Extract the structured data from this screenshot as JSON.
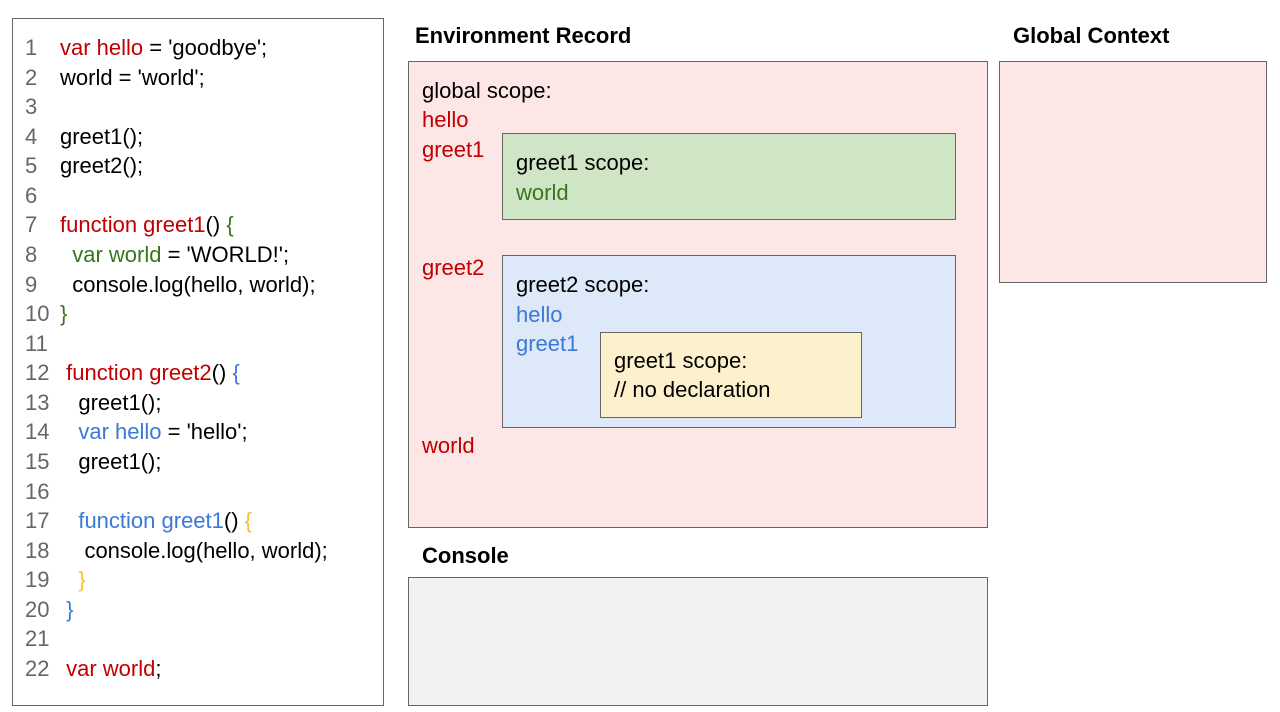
{
  "colors": {
    "red": "#c00000",
    "green": "#38761d",
    "blue": "#3c78d8",
    "yellow": "#f1c232",
    "black": "#000000"
  },
  "code": [
    [
      {
        "t": "var hello",
        "c": "red"
      },
      {
        "t": " = 'goodbye';",
        "c": "black"
      }
    ],
    [
      {
        "t": "world = 'world';",
        "c": "black"
      }
    ],
    [],
    [
      {
        "t": "greet1();",
        "c": "black"
      }
    ],
    [
      {
        "t": "greet2();",
        "c": "black"
      }
    ],
    [],
    [
      {
        "t": "function greet1",
        "c": "red"
      },
      {
        "t": "() ",
        "c": "black"
      },
      {
        "t": "{",
        "c": "green"
      }
    ],
    [
      {
        "t": "  var world",
        "c": "green"
      },
      {
        "t": " = 'WORLD!';",
        "c": "black"
      }
    ],
    [
      {
        "t": "  console.log(hello, world);",
        "c": "black"
      }
    ],
    [
      {
        "t": "}",
        "c": "green"
      }
    ],
    [],
    [
      {
        "t": " function greet2",
        "c": "red"
      },
      {
        "t": "() ",
        "c": "black"
      },
      {
        "t": "{",
        "c": "blue"
      }
    ],
    [
      {
        "t": "   greet1();",
        "c": "black"
      }
    ],
    [
      {
        "t": "   var hello",
        "c": "blue"
      },
      {
        "t": " = 'hello';",
        "c": "black"
      }
    ],
    [
      {
        "t": "   greet1();",
        "c": "black"
      }
    ],
    [],
    [
      {
        "t": "   function greet1",
        "c": "blue"
      },
      {
        "t": "() ",
        "c": "black"
      },
      {
        "t": "{",
        "c": "yellow"
      }
    ],
    [
      {
        "t": "    console.log(hello, world);",
        "c": "black"
      }
    ],
    [
      {
        "t": "   }",
        "c": "yellow"
      }
    ],
    [
      {
        "t": " }",
        "c": "blue"
      }
    ],
    [],
    [
      {
        "t": " var world",
        "c": "red"
      },
      {
        "t": ";",
        "c": "black"
      }
    ]
  ],
  "env": {
    "title": "Environment Record",
    "global_label": "global scope:",
    "global_vars": {
      "hello": "hello",
      "greet1": "greet1",
      "greet2": "greet2",
      "world": "world"
    },
    "greet1_scope": {
      "label": "greet1 scope:",
      "var": "world"
    },
    "greet2_scope": {
      "label": "greet2 scope:",
      "vars": [
        "hello",
        "greet1"
      ]
    },
    "inner_greet1_scope": {
      "label": "greet1 scope:",
      "note": "// no declaration"
    }
  },
  "global_context": {
    "title": "Global Context"
  },
  "console": {
    "title": "Console"
  }
}
